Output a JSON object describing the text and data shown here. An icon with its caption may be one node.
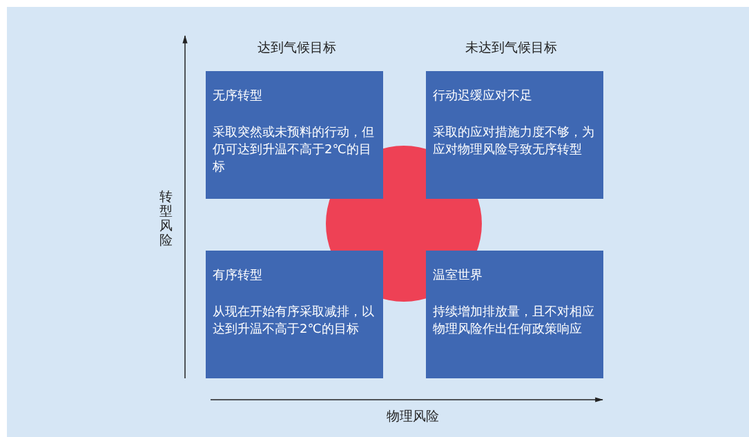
{
  "diagram": {
    "nodes": [
      {
        "text": [
          "无序转型",
          "采取突然或未预料的行动，但仍可达到升温不高于2℃的目标"
        ]
      },
      {
        "text": [
          "行动迟缓应对不足",
          "采取的应对措施力度不够，为应对物理风险导致无序转型"
        ]
      },
      {
        "text": [
          "有序转型",
          "从现在开始有序采取减排，以达到升温不高于2℃的目标"
        ]
      },
      {
        "text": [
          "温室世界",
          "持续增加排放量，且不对相应物理风险作出任何政策响应"
        ]
      }
    ],
    "labels": [
      "达到气候目标",
      "未达到气候目标",
      "转型风险",
      "物理风险"
    ]
  }
}
